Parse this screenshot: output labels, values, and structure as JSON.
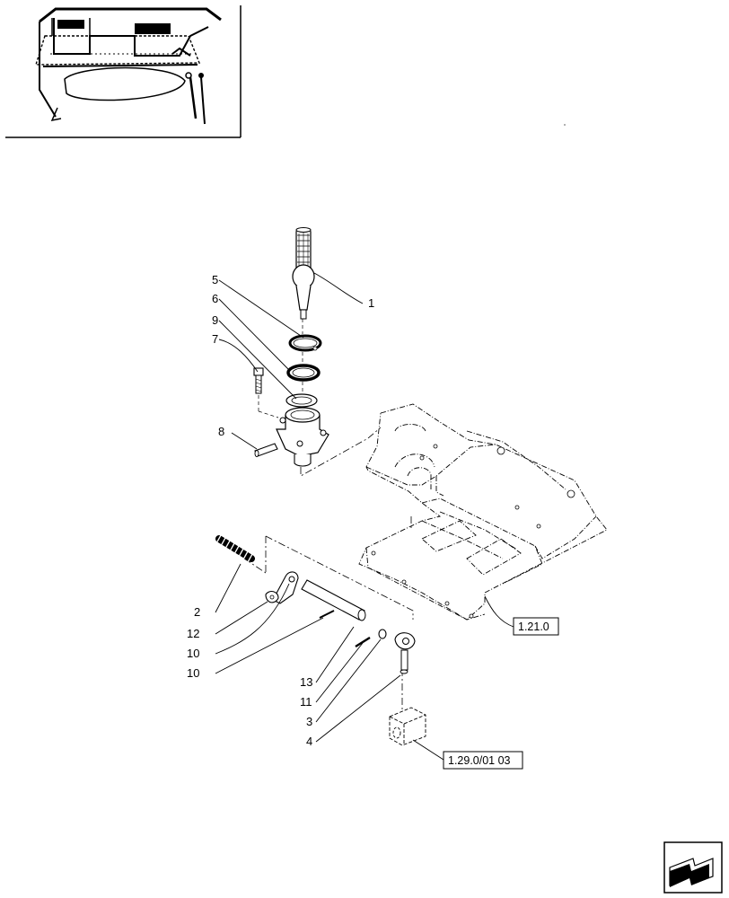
{
  "callouts": {
    "c1": "1",
    "c2": "2",
    "c3": "3",
    "c4": "4",
    "c5": "5",
    "c6": "6",
    "c7": "7",
    "c8": "8",
    "c9": "9",
    "c10a": "10",
    "c10b": "10",
    "c11": "11",
    "c12": "12",
    "c13": "13"
  },
  "references": {
    "housing": "1.21.0",
    "linkage": "1.29.0/01 03"
  },
  "icons": {
    "thumbnail": "tractor-cab-location-thumbnail",
    "nav": "next-page-arrow-icon"
  }
}
